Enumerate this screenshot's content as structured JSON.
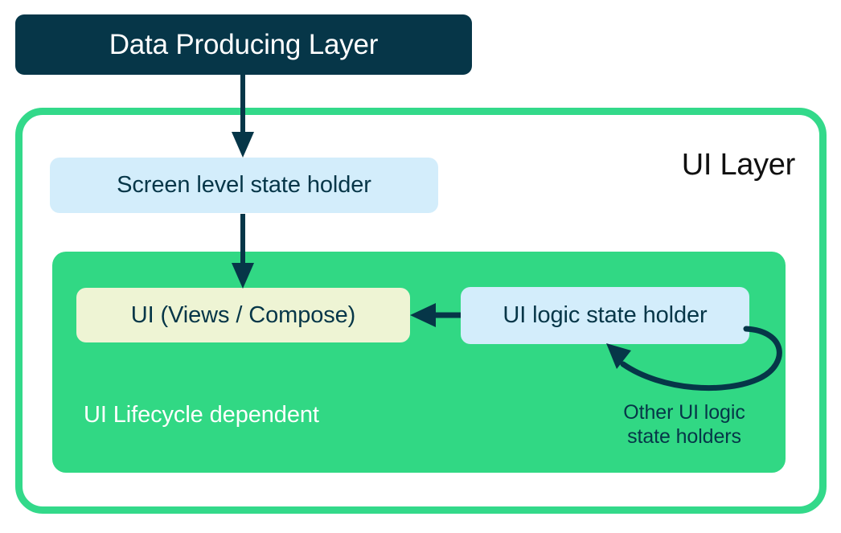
{
  "diagram": {
    "title": "Android UI Layer architecture diagram",
    "colors": {
      "dark_teal": "#063648",
      "bright_green": "#33D98A",
      "panel_green": "#31D884",
      "light_blue": "#D3EDFB",
      "cream": "#EEF4D4",
      "white": "#FFFFFF",
      "black_text": "#101010"
    },
    "nodes": {
      "data_producing_layer": {
        "label": "Data Producing Layer",
        "fill": "#063648",
        "text_color": "#FFFFFF"
      },
      "ui_layer": {
        "label": "UI Layer",
        "border_color": "#33D98A",
        "text_color": "#101010"
      },
      "screen_level_state_holder": {
        "label": "Screen level state holder",
        "fill": "#D3EDFB",
        "text_color": "#063648"
      },
      "ui_lifecycle_panel": {
        "label": "UI Lifecycle dependent",
        "fill": "#31D884",
        "text_color": "#FFFFFF"
      },
      "ui_views_compose": {
        "label": "UI (Views / Compose)",
        "fill": "#EEF4D4",
        "text_color": "#063648"
      },
      "ui_logic_state_holder": {
        "label": "UI logic state holder",
        "fill": "#D3EDFB",
        "text_color": "#063648"
      },
      "other_ui_logic_state_holders": {
        "line1": "Other UI logic",
        "line2": "state holders",
        "text_color": "#063648"
      }
    },
    "arrows": [
      {
        "name": "data-producing-to-screen-state",
        "from": "data_producing_layer",
        "to": "screen_level_state_holder",
        "direction": "down",
        "color": "#063648"
      },
      {
        "name": "screen-state-to-ui",
        "from": "screen_level_state_holder",
        "to": "ui_views_compose",
        "direction": "down",
        "color": "#063648"
      },
      {
        "name": "ui-logic-to-ui",
        "from": "ui_logic_state_holder",
        "to": "ui_views_compose",
        "direction": "left",
        "color": "#063648"
      },
      {
        "name": "other-holders-loop",
        "from": "ui_logic_state_holder",
        "to": "ui_logic_state_holder",
        "direction": "curved-loop",
        "color": "#063648"
      }
    ]
  }
}
